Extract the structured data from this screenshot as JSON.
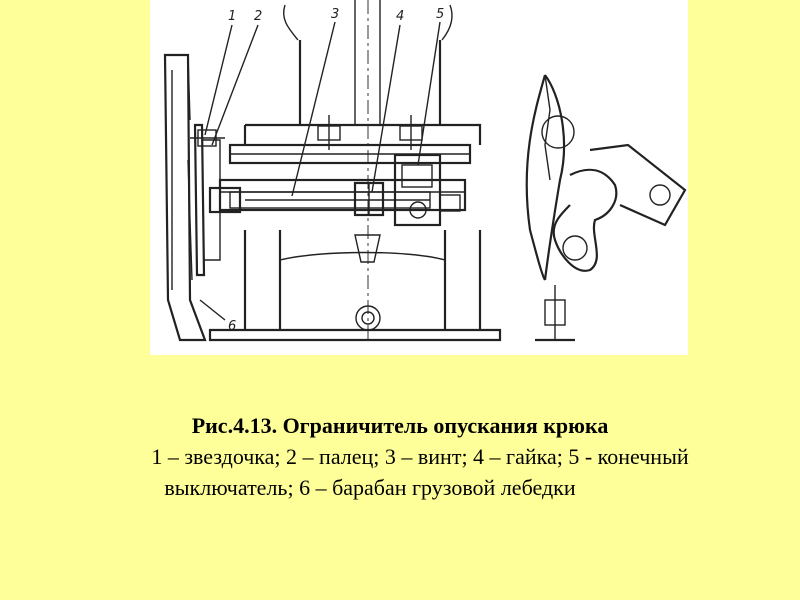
{
  "caption": {
    "title": "Рис.4.13. Ограничитель опускания крюка",
    "line1": "1 – звездочка; 2 – палец; 3 – винт; 4 – гайка; 5 - конечный",
    "line2": "выключатель; 6 – барабан грузовой лебедки"
  },
  "diagram": {
    "labels": [
      "1",
      "2",
      "3",
      "4",
      "5",
      "6"
    ]
  },
  "colors": {
    "background": "#FFFF99",
    "panel": "#FFFFFF",
    "ink": "#222222"
  }
}
